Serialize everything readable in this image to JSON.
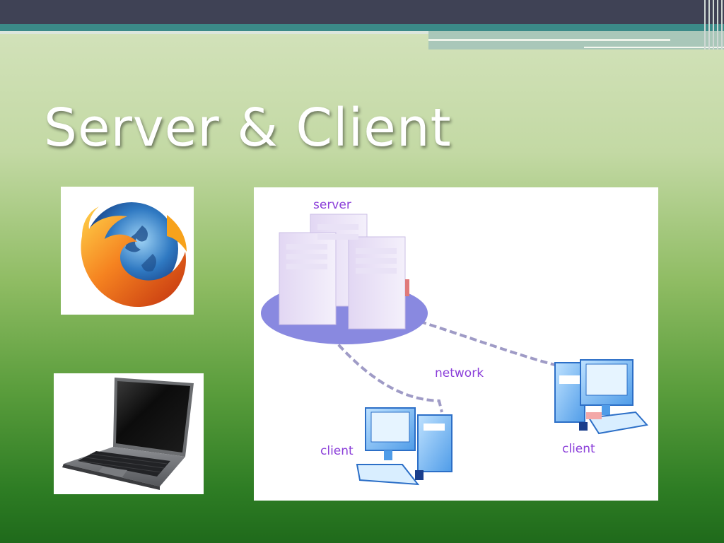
{
  "slide": {
    "title": "Server & Client"
  },
  "diagram": {
    "server_label": "server",
    "network_label": "network",
    "client_left_label": "client",
    "client_right_label": "client"
  },
  "colors": {
    "title_text": "#ffffff",
    "diagram_label": "#8b3fd9",
    "top_bar": "#3f4255",
    "teal_bar": "#3b8a88"
  },
  "icons": {
    "firefox_logo": "firefox-logo-icon",
    "laptop": "laptop-icon",
    "server": "server-icon",
    "client_computer": "computer-icon"
  }
}
